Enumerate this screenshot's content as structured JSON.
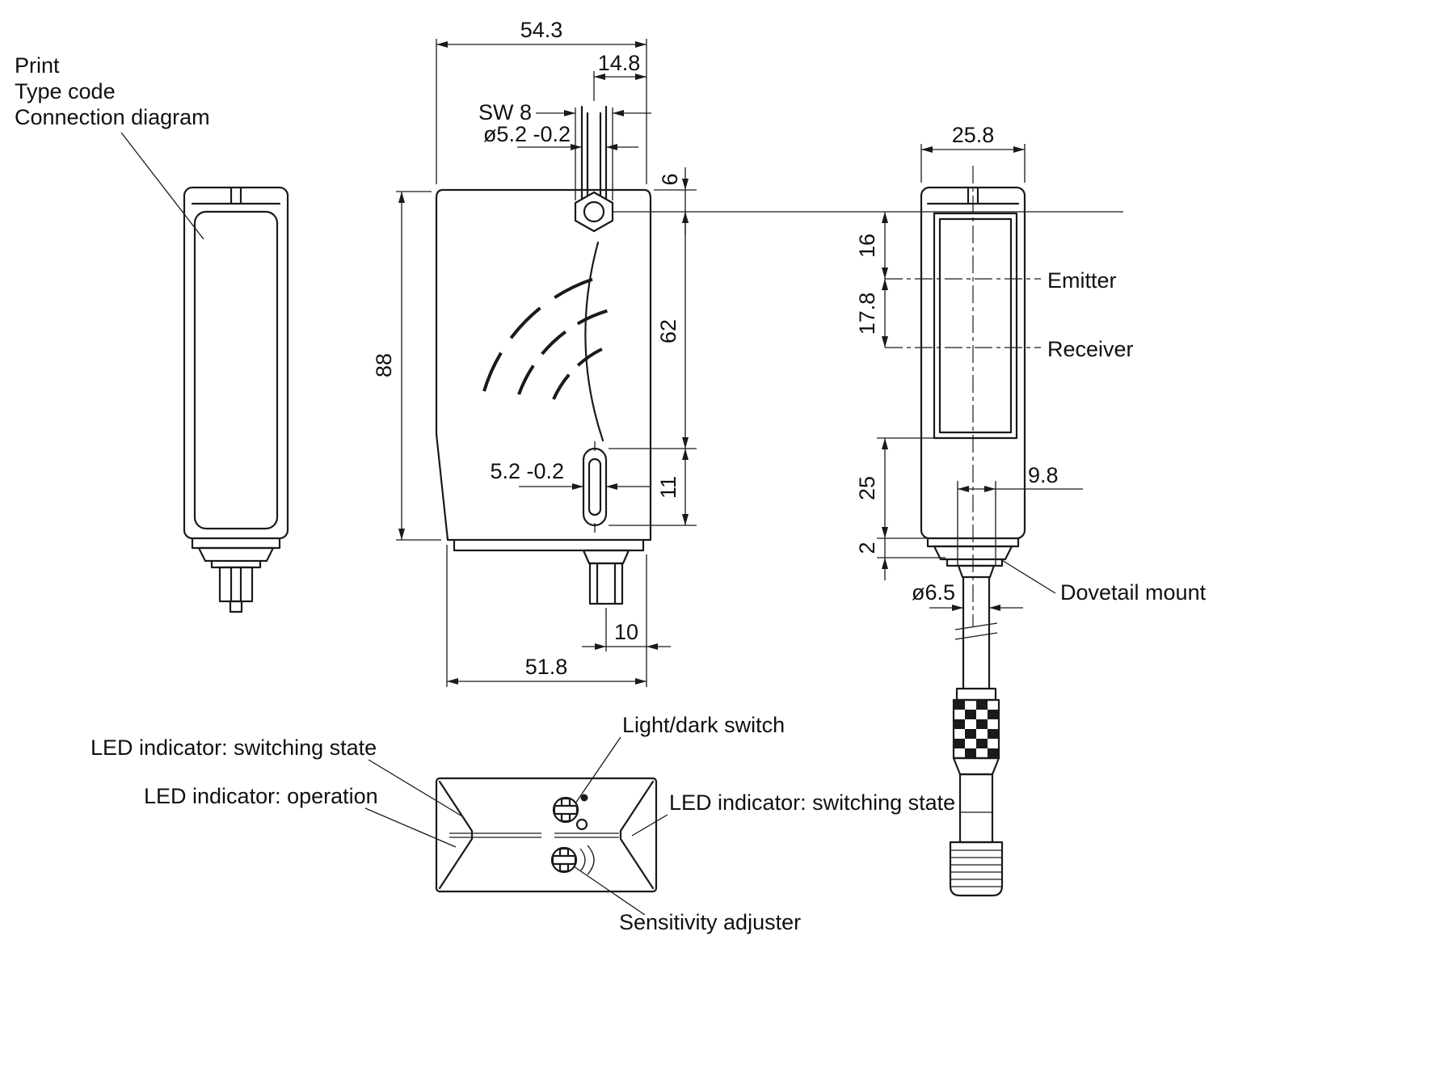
{
  "theme": {
    "line_color": "#1a1a1a",
    "background": "#ffffff"
  },
  "callouts": {
    "print": "Print",
    "type_code": "Type code",
    "connection_diagram": "Connection diagram",
    "emitter": "Emitter",
    "receiver": "Receiver",
    "dovetail_mount": "Dovetail mount",
    "light_dark_switch": "Light/dark switch",
    "led_switching_left": "LED indicator: switching state",
    "led_operation": "LED indicator: operation",
    "led_switching_right": "LED indicator: switching state",
    "sensitivity_adjuster": "Sensitivity adjuster"
  },
  "dimensions": {
    "width_top": "54.3",
    "hole_offset": "14.8",
    "hex_width": "SW 8",
    "stud_diameter": "ø5.2 -0.2",
    "body_height": "88",
    "hole_from_top": "6",
    "hole_to_slot": "62",
    "slot_width": "5.2 -0.2",
    "slot_length": "11",
    "connector_offset": "10",
    "width_bottom": "51.8",
    "side_width": "25.8",
    "emitter_offset": "16",
    "emitter_to_receiver": "17.8",
    "window_to_bottom": "25",
    "dovetail_step": "2",
    "dovetail_width": "9.8",
    "cable_diameter": "ø6.5"
  }
}
